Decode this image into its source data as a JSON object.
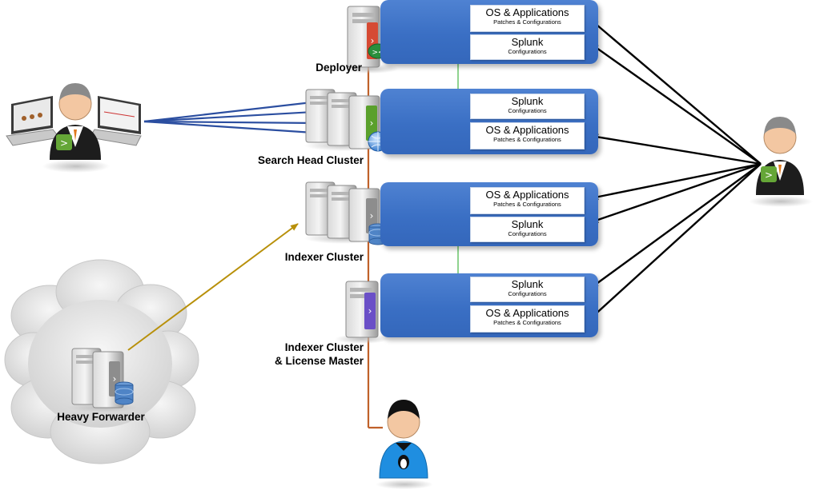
{
  "nodes": {
    "deployer": "Deployer",
    "search_head_cluster": "Search Head Cluster",
    "indexer_cluster": "Indexer Cluster",
    "indexer_license_master_line1": "Indexer Cluster",
    "indexer_license_master_line2": "& License Master",
    "heavy_forwarder": "Heavy Forwarder"
  },
  "panels": {
    "deployer": {
      "os_title": "OS & Applications",
      "os_sub": "Patches & Configurations",
      "splunk_title": "Splunk",
      "splunk_sub": "Configurations"
    },
    "search_head": {
      "splunk_title": "Splunk",
      "splunk_sub": "Configurations",
      "os_title": "OS & Applications",
      "os_sub": "Patches & Configurations"
    },
    "indexer": {
      "os_title": "OS & Applications",
      "os_sub": "Patches & Configurations",
      "splunk_title": "Splunk",
      "splunk_sub": "Configurations"
    },
    "license_master": {
      "splunk_title": "Splunk",
      "splunk_sub": "Configurations",
      "os_title": "OS & Applications",
      "os_sub": "Patches & Configurations"
    }
  },
  "colors": {
    "panel_blue": "#3a6fc4",
    "trunk_orange": "#c0612a",
    "forwarder_arrow": "#b8900a",
    "user_lines": "#2b4ea0",
    "sync_green": "#8fd38f",
    "splunk_green": "#65a637"
  }
}
